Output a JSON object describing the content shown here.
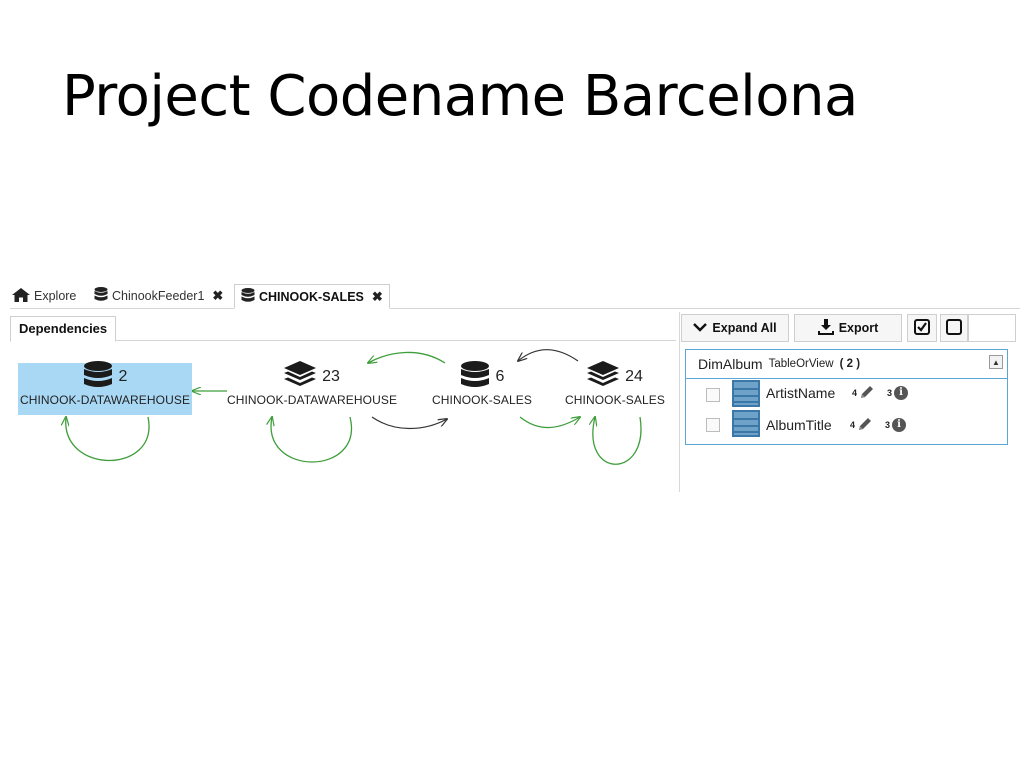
{
  "slide": {
    "title": "Project Codename Barcelona"
  },
  "tabs": [
    {
      "label": "Explore",
      "icon": "home-icon",
      "closable": false
    },
    {
      "label": "ChinookFeeder1",
      "icon": "database-icon",
      "closable": true
    },
    {
      "label": "CHINOOK-SALES",
      "icon": "database-icon",
      "closable": true,
      "active": true
    }
  ],
  "close_glyph": "✖",
  "dependencies": {
    "tab_label": "Dependencies",
    "nodes": [
      {
        "count": "2",
        "name": "CHINOOK-DATAWAREHOUSE",
        "icon": "database-icon",
        "selected": true
      },
      {
        "count": "23",
        "name": "CHINOOK-DATAWAREHOUSE",
        "icon": "layers-icon",
        "selected": false
      },
      {
        "count": "6",
        "name": "CHINOOK-SALES",
        "icon": "database-icon",
        "selected": false
      },
      {
        "count": "24",
        "name": "CHINOOK-SALES",
        "icon": "layers-icon",
        "selected": false
      }
    ]
  },
  "toolbar": {
    "expand_all": "Expand All",
    "export": "Export"
  },
  "table_panel": {
    "table_name": "DimAlbum",
    "table_kind": "TableOrView",
    "column_count": "( 2 )",
    "columns": [
      {
        "name": "ArtistName",
        "edit_count": "4",
        "info_count": "3"
      },
      {
        "name": "AlbumTitle",
        "edit_count": "4",
        "info_count": "3"
      }
    ]
  },
  "colors": {
    "selected_bg": "#a9d8f5",
    "accent_green": "#3e9e3a",
    "table_border": "#5aa6d6"
  }
}
